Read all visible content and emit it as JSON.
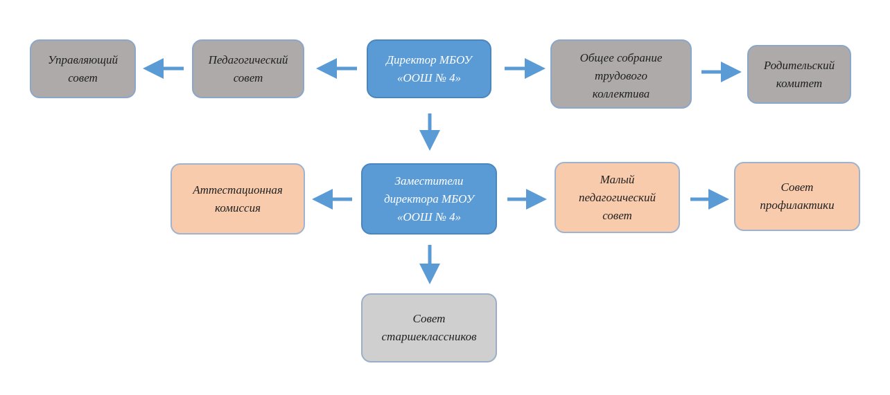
{
  "diagram": {
    "nodes": {
      "upravl": "Управляющий\nсовет",
      "pedsov": "Педагогический\nсовет",
      "director": "Директор МБОУ\n«ООШ № 4»",
      "obshee": "Общее собрание\nтрудового\nколлектива",
      "roditel": "Родительский\nкомитет",
      "attest": "Аттестационная\nкомиссия",
      "zam": "Заместители\nдиректора МБОУ\n«ООШ № 4»",
      "maly": "Малый\nпедагогический\nсовет",
      "sovprof": "Совет\nпрофилактики",
      "starsh": "Совет\nстаршеклассников"
    },
    "edges": [
      {
        "from": "director",
        "to": "pedsov"
      },
      {
        "from": "pedsov",
        "to": "upravl"
      },
      {
        "from": "director",
        "to": "obshee"
      },
      {
        "from": "obshee",
        "to": "roditel"
      },
      {
        "from": "director",
        "to": "zam"
      },
      {
        "from": "zam",
        "to": "attest"
      },
      {
        "from": "zam",
        "to": "maly"
      },
      {
        "from": "maly",
        "to": "sovprof"
      },
      {
        "from": "zam",
        "to": "starsh"
      }
    ],
    "colors": {
      "leadership": "#5b9bd5",
      "collegial": "#aeaaaa",
      "commission": "#f8cbad",
      "student": "#cfcfcf",
      "arrow": "#5b9bd5"
    }
  }
}
